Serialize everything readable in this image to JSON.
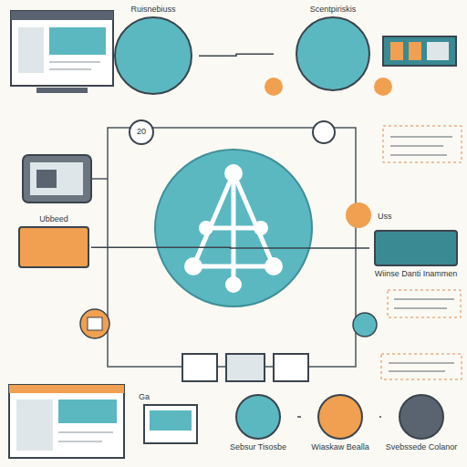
{
  "diagram": {
    "nodes": [
      {
        "text": [
          "Ruisnebiuss"
        ]
      },
      {
        "text": [
          "Scentpiriskis"
        ]
      },
      {
        "text": [
          "Ubbeed"
        ]
      },
      {
        "text": [
          "Wiinse Danti Inammen"
        ]
      },
      {
        "text": [
          "Sebsur Tisosbe"
        ]
      },
      {
        "text": [
          "Wiaskaw Bealla"
        ]
      },
      {
        "text": [
          "Svebssede Colanor"
        ]
      }
    ],
    "edges": [
      {
        "from": 0,
        "to": 1,
        "arrow": "none"
      },
      {
        "from": 2,
        "to": 3,
        "arrow": "none"
      },
      {
        "from": 4,
        "to": 5,
        "arrow": "none"
      },
      {
        "from": 5,
        "to": 6,
        "arrow": "none"
      }
    ],
    "labels": [
      "20",
      "Uss",
      "Ga"
    ]
  }
}
